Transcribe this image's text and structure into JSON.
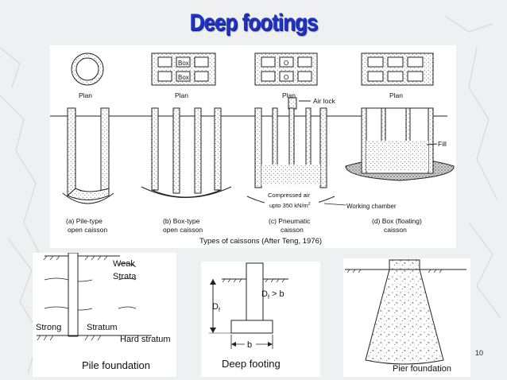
{
  "slide": {
    "title": "Deep footings",
    "page_number": "10"
  },
  "caissons": {
    "plan_label": "Plan",
    "box_label": "Box",
    "o_label": "O",
    "air_lock": "Air lock",
    "fill": "Fill",
    "compressed_air_1": "Compressed air",
    "compressed_air_2": "upto 350 kN/m",
    "compressed_air_sup": "2",
    "working_chamber": "Working chamber",
    "captions": [
      {
        "line1": "(a) Pile-type",
        "line2": "open caisson"
      },
      {
        "line1": "(b) Box-type",
        "line2": "open caisson"
      },
      {
        "line1": "(c) Pneumatic",
        "line2": "caisson"
      },
      {
        "line1": "(d) Box (floating)",
        "line2": "caisson"
      }
    ],
    "figure_caption": "Types of caissons (After Teng, 1976)"
  },
  "pile": {
    "weak": "Weak",
    "strata": "Strata",
    "strong": "Strong",
    "stratum": "Stratum",
    "hard_stratum": "Hard stratum",
    "caption": "Pile foundation"
  },
  "deep_footing": {
    "df": "D",
    "df_sub": "f",
    "df_gt_b": "D",
    "df_gt_b_sub": "f",
    "df_gt_b_rest": " > b",
    "b": "b",
    "caption": "Deep footing"
  },
  "pier": {
    "caption": "Pier foundation"
  }
}
